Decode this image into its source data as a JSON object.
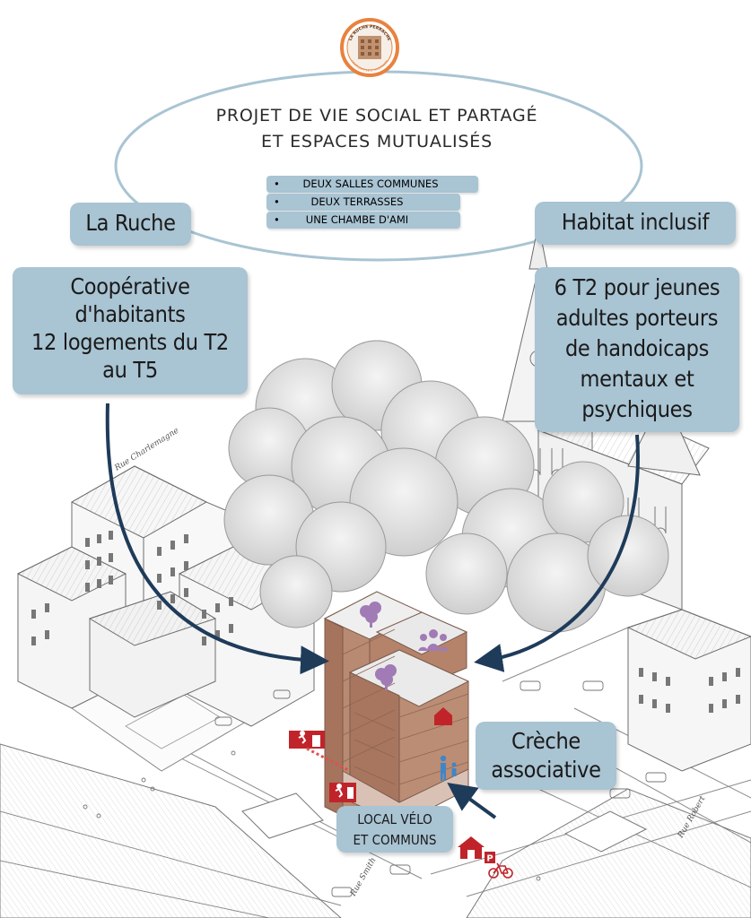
{
  "logo": {
    "name": "logo-la-ruche-perrache",
    "text_top": "LA RUCHE PERRACHE",
    "text_bottom": "COOPERATIVE D'HABITANTS",
    "ring_color": "#e8823f"
  },
  "heading": {
    "line1": "PROJET DE VIE SOCIAL ET PARTAGÉ",
    "line2": "ET ESPACES  MUTUALISÉS"
  },
  "shared_spaces": [
    {
      "bullet": "•",
      "label": "DEUX SALLES COMMUNES"
    },
    {
      "bullet": "•",
      "label": "DEUX TERRASSES"
    },
    {
      "bullet": "•",
      "label": "UNE CHAMBE D'AMI"
    }
  ],
  "la_ruche": {
    "title": "La Ruche",
    "lines": [
      "Coopérative",
      "d'habitants",
      "12 logements du T2",
      "au T5"
    ]
  },
  "habitat_inclusif": {
    "title": "Habitat inclusif",
    "lines": [
      "6 T2 pour jeunes",
      "adultes porteurs",
      "de handoicaps",
      "mentaux et",
      "psychiques"
    ]
  },
  "creche": {
    "lines": [
      "Crèche",
      "associative"
    ]
  },
  "local_velo": {
    "lines": [
      "LOCAL VÉLO",
      "ET COMMUNS"
    ]
  },
  "street_labels": [
    {
      "text": "Rue Charlemagne"
    },
    {
      "text": "Rue Smith"
    },
    {
      "text": "Rue Robert"
    }
  ],
  "parking_sign": "P",
  "colors": {
    "box": "#a9c4d3",
    "ellipse": "#a9c4d3",
    "arrow": "#1f3b5a",
    "brick": "#b5836a",
    "accent_purple": "#a07bb5",
    "accent_red": "#c0242a",
    "accent_blue": "#3f86c8"
  },
  "icons": [
    "tree-icon",
    "group-icon",
    "house-icon",
    "family-icon",
    "exit-icon",
    "bicycle-icon",
    "parking-icon"
  ]
}
